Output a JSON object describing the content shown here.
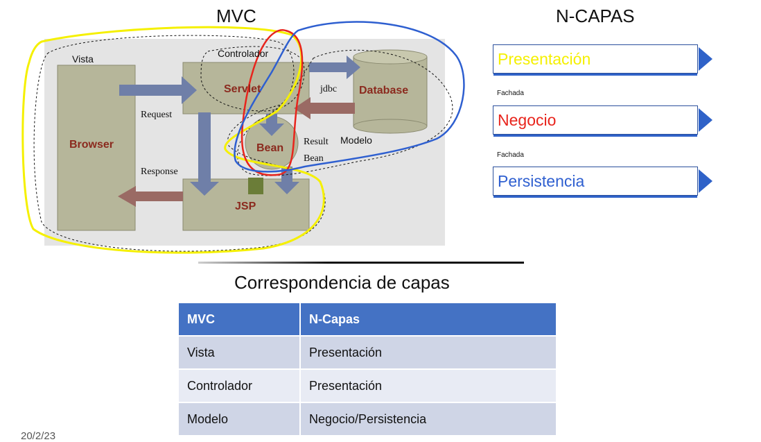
{
  "mvc_title": "MVC",
  "ncapas_title": "N-CAPAS",
  "diagram": {
    "vista": "Vista",
    "controlador": "Controlador",
    "modelo": "Modelo",
    "browser": "Browser",
    "servlet": "Servlet",
    "database": "Database",
    "bean": "Bean",
    "jsp": "JSP",
    "request": "Request",
    "response": "Response",
    "jdbc": "jdbc",
    "result_bean_1": "Result",
    "result_bean_2": "Bean"
  },
  "layers": [
    {
      "label": "Presentación",
      "color": "#f5f000"
    },
    {
      "label": "Negocio",
      "color": "#e8241c"
    },
    {
      "label": "Persistencia",
      "color": "#2e5fd0"
    }
  ],
  "fachada": "Fachada",
  "correspondence": {
    "title": "Correspondencia de capas",
    "headers": [
      "MVC",
      "N-Capas"
    ],
    "rows": [
      [
        "Vista",
        "Presentación"
      ],
      [
        "Controlador",
        "Presentación"
      ],
      [
        "Modelo",
        "Negocio/Persistencia"
      ]
    ]
  },
  "footer_date": "20/2/23"
}
